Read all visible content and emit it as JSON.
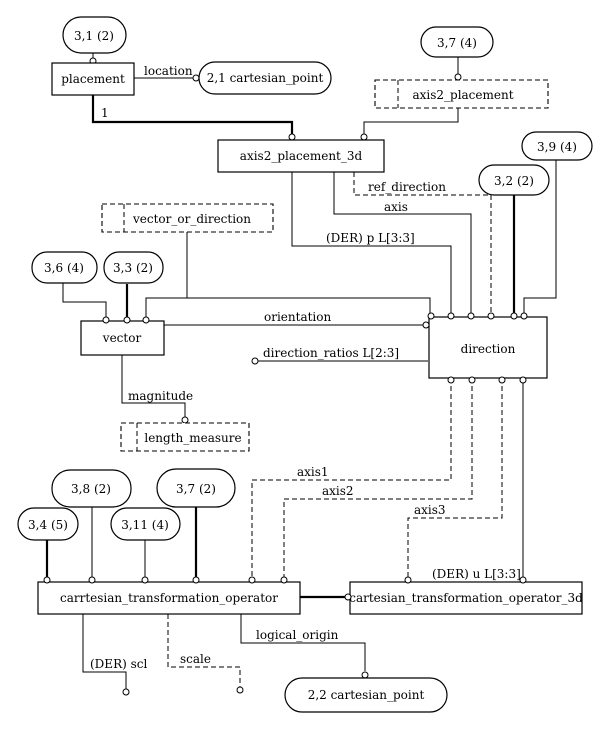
{
  "entities": {
    "placement": "placement",
    "axis2_placement": "axis2_placement",
    "axis2_placement_3d": "axis2_placement_3d",
    "vector_or_direction": "vector_or_direction",
    "vector": "vector",
    "direction": "direction",
    "length_measure": "length_measure",
    "cto": "carrtesian_transformation_operator",
    "cto3d": "cartesian_transformation_operator_3d",
    "cp21": "2,1 cartesian_point",
    "cp22": "2,2 cartesian_point"
  },
  "refs": {
    "r31": "3,1 (2)",
    "r37a": "3,7 (4)",
    "r39": "3,9 (4)",
    "r32": "3,2 (2)",
    "r36": "3,6 (4)",
    "r33": "3,3 (2)",
    "r38": "3,8 (2)",
    "r37b": "3,7 (2)",
    "r34": "3,4 (5)",
    "r311": "3,11 (4)"
  },
  "attributes": {
    "location": "location",
    "one": "1",
    "ref_direction": "ref_direction",
    "axis": "axis",
    "der_p": "(DER) p L[3:3]",
    "orientation": "orientation",
    "direction_ratios": "direction_ratios L[2:3]",
    "magnitude": "magnitude",
    "axis1": "axis1",
    "axis2": "axis2",
    "axis3": "axis3",
    "der_u": "(DER) u L[3:3]",
    "logical_origin": "logical_origin",
    "der_scl": "(DER) scl",
    "scale": "scale"
  }
}
